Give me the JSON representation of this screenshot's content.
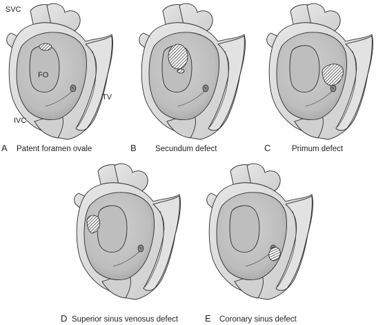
{
  "anatomy": {
    "svc": "SVC",
    "fo": "FO",
    "ivc": "IVC",
    "tv": "TV"
  },
  "panels": [
    {
      "letter": "A",
      "caption": "Patent foramen ovale",
      "defect": "patent-foramen-ovale"
    },
    {
      "letter": "B",
      "caption": "Secundum defect",
      "defect": "secundum"
    },
    {
      "letter": "C",
      "caption": "Primum defect",
      "defect": "primum"
    },
    {
      "letter": "D",
      "caption": "Superior sinus venosus defect",
      "defect": "superior-sinus-venosus"
    },
    {
      "letter": "E",
      "caption": "Coronary sinus defect",
      "defect": "coronary-sinus"
    }
  ],
  "colors": {
    "outline": "#2a2a2a",
    "outer_fill": "#d9d9d9",
    "chamber_fill": "#c4c4c4",
    "fossa_fill": "#b7b7b7",
    "hatch": "#222222",
    "background": "#ffffff"
  }
}
